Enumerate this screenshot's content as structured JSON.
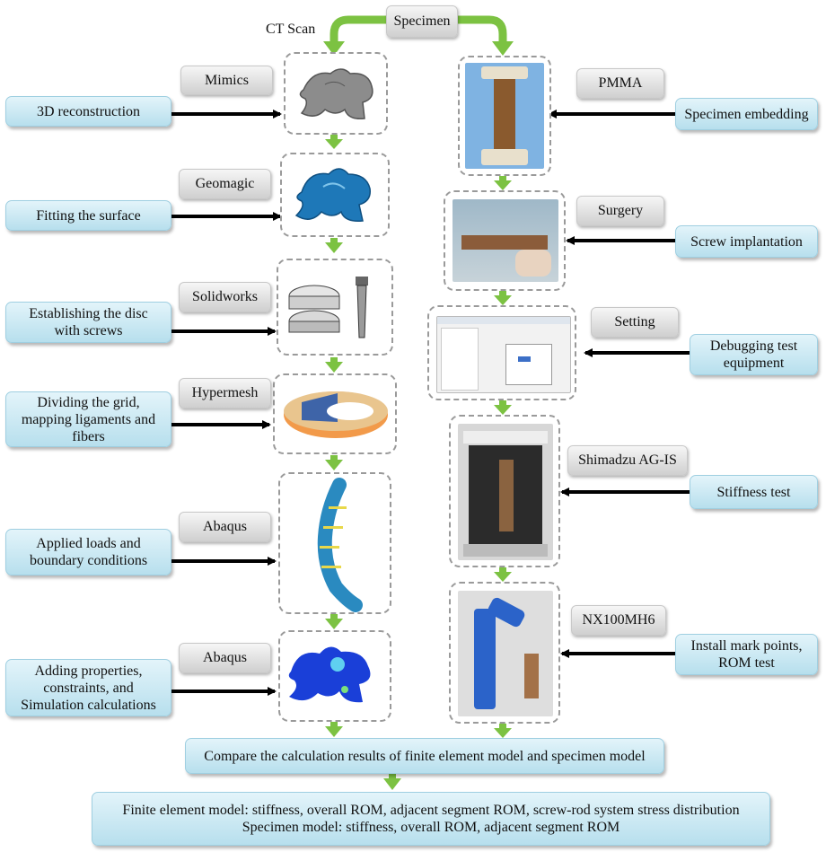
{
  "top": {
    "specimen": "Specimen",
    "ct_scan": "CT Scan"
  },
  "left": [
    {
      "software": "Mimics",
      "step": "3D reconstruction"
    },
    {
      "software": "Geomagic",
      "step": "Fitting the surface"
    },
    {
      "software": "Solidworks",
      "step": "Establishing the disc\nwith screws"
    },
    {
      "software": "Hypermesh",
      "step": "Dividing the grid,\nmapping ligaments and\nfibers"
    },
    {
      "software": "Abaqus",
      "step": "Applied loads and\nboundary conditions"
    },
    {
      "software": "Abaqus",
      "step": "Adding properties,\nconstraints, and\nSimulation calculations"
    }
  ],
  "right": [
    {
      "tool": "PMMA",
      "step": "Specimen embedding"
    },
    {
      "tool": "Surgery",
      "step": "Screw implantation"
    },
    {
      "tool": "Setting",
      "step": "Debugging test\nequipment"
    },
    {
      "tool": "Shimadzu AG-IS",
      "step": "Stiffness test"
    },
    {
      "tool": "NX100MH6",
      "step": "Install mark points,\nROM test"
    }
  ],
  "compare": "Compare the calculation results of finite element model and specimen model",
  "result": {
    "line1": "Finite element model: stiffness, overall ROM, adjacent segment ROM, screw-rod system stress distribution",
    "line2": "Specimen model: stiffness, overall ROM, adjacent segment ROM"
  },
  "colors": {
    "arrow_green": "#7cc242",
    "box_blue": "#c8e9f4",
    "frame_gray": "#9a9a9a"
  }
}
